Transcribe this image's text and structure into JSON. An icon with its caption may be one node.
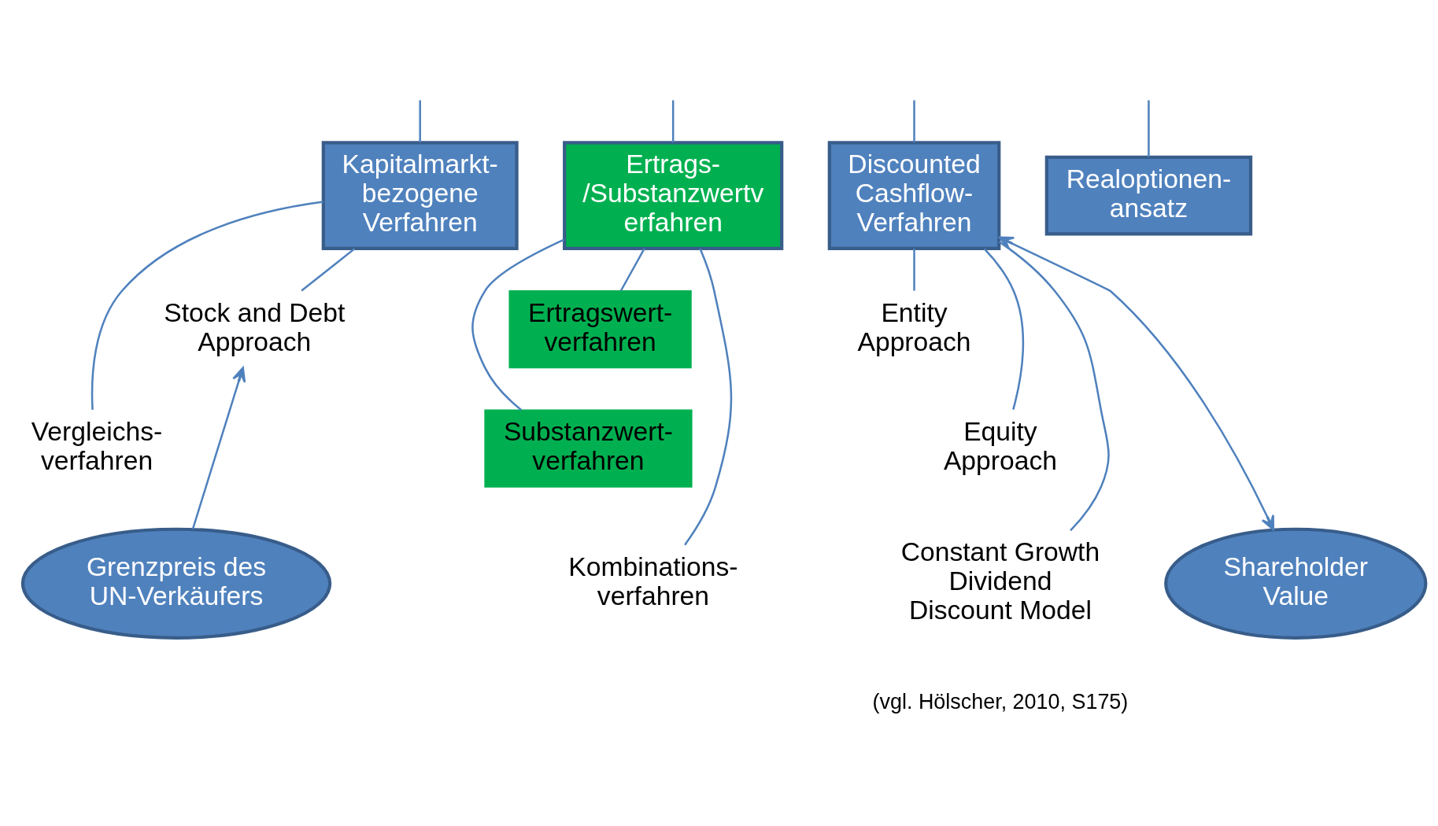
{
  "diagram": {
    "nodes": [
      {
        "text": [
          "Kapitalmarkt- bezogene Verfahren"
        ]
      },
      {
        "text": [
          "Ertrags- /Substanzwertv erfahren"
        ]
      },
      {
        "text": [
          "Discounted Cashflow- Verfahren"
        ]
      },
      {
        "text": [
          "Realoptionen- ansatz"
        ]
      },
      {
        "text": [
          "Stock and Debt Approach"
        ]
      },
      {
        "text": [
          "Vergleichs- verfahren"
        ]
      },
      {
        "text": [
          "Ertragswert- verfahren"
        ]
      },
      {
        "text": [
          "Substanzwert- verfahren"
        ]
      },
      {
        "text": [
          "Kombinations- verfahren"
        ]
      },
      {
        "text": [
          "Entity Approach"
        ]
      },
      {
        "text": [
          "Equity Approach"
        ]
      },
      {
        "text": [
          "Constant Growth Dividend Discount Model"
        ]
      },
      {
        "text": [
          "Shareholder Value"
        ]
      },
      {
        "text": [
          "Grenzpreis des UN-Verkäufers"
        ]
      }
    ],
    "edges": [
      {
        "from": null,
        "to": 0,
        "arrow": "none"
      },
      {
        "from": null,
        "to": 1,
        "arrow": "none"
      },
      {
        "from": null,
        "to": 2,
        "arrow": "none"
      },
      {
        "from": null,
        "to": 3,
        "arrow": "none"
      },
      {
        "from": 0,
        "to": 4,
        "arrow": "none"
      },
      {
        "from": 0,
        "to": 5,
        "arrow": "none"
      },
      {
        "from": 1,
        "to": 6,
        "arrow": "none"
      },
      {
        "from": 1,
        "to": 7,
        "arrow": "none"
      },
      {
        "from": 1,
        "to": 8,
        "arrow": "none"
      },
      {
        "from": 2,
        "to": 9,
        "arrow": "none"
      },
      {
        "from": 2,
        "to": 10,
        "arrow": "none"
      },
      {
        "from": 2,
        "to": 11,
        "arrow": "none"
      },
      {
        "from": 13,
        "to": 4,
        "arrow": "to"
      },
      {
        "from": 12,
        "to": 2,
        "arrow": "both"
      }
    ],
    "labels": [
      "(vgl. Hölscher, 2010, S175)"
    ]
  }
}
